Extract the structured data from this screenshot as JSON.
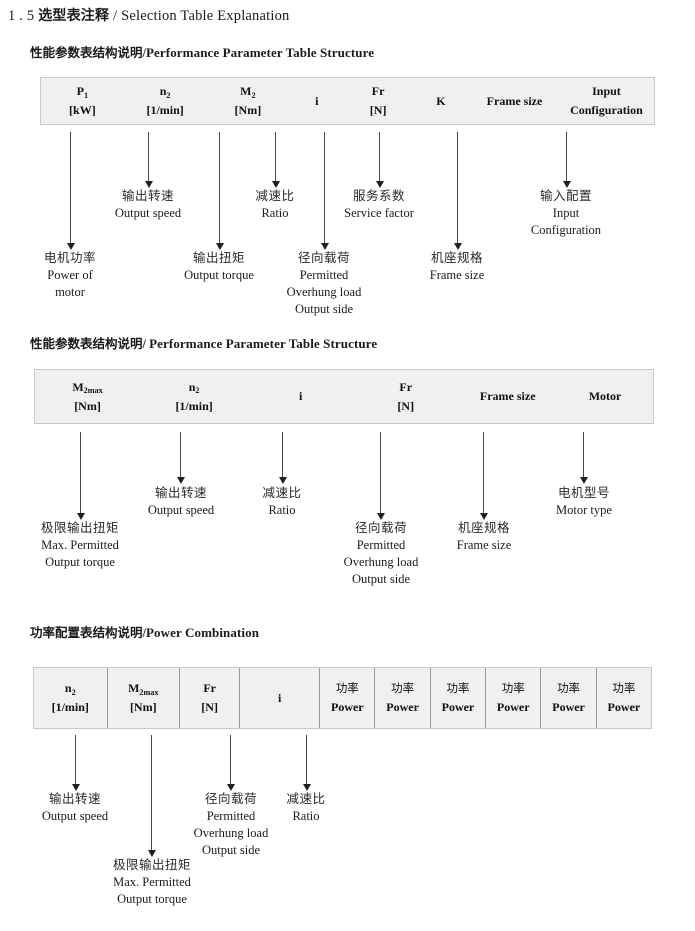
{
  "document": {
    "number": "1 . 5",
    "title_cn": "选型表注释",
    "separator": "/",
    "title_en": "Selection Table Explanation"
  },
  "sections": [
    {
      "heading_cn": "性能参数表结构说明",
      "heading_sep": "/",
      "heading_en": "Performance Parameter Table Structure",
      "table": {
        "divided": false,
        "columns": [
          {
            "symbol": "P",
            "sub": "1",
            "unit": "[kW]"
          },
          {
            "symbol": "n",
            "sub": "2",
            "unit": "[1/min]"
          },
          {
            "symbol": "M",
            "sub": "2",
            "unit": "[Nm]"
          },
          {
            "symbol": "i",
            "sub": "",
            "unit": ""
          },
          {
            "symbol": "Fr",
            "sub": "",
            "unit": "[N]"
          },
          {
            "symbol": "K",
            "sub": "",
            "unit": ""
          },
          {
            "symbol": "Frame size",
            "sub": "",
            "unit": ""
          },
          {
            "symbol": "Input",
            "sub": "",
            "unit": "Configuration"
          }
        ]
      },
      "annotations": [
        {
          "cn": "电机功率",
          "en": [
            "Power of",
            "motor"
          ]
        },
        {
          "cn": "输出转速",
          "en": [
            "Output speed"
          ]
        },
        {
          "cn": "输出扭矩",
          "en": [
            "Output torque"
          ]
        },
        {
          "cn": "减速比",
          "en": [
            "Ratio"
          ]
        },
        {
          "cn": "径向载荷",
          "en": [
            "Permitted",
            "Overhung load",
            "Output side"
          ]
        },
        {
          "cn": "服务系数",
          "en": [
            "Service factor"
          ]
        },
        {
          "cn": "机座规格",
          "en": [
            "Frame size"
          ]
        },
        {
          "cn": "输入配置",
          "en": [
            "Input",
            "Configuration"
          ]
        }
      ]
    },
    {
      "heading_cn": "性能参数表结构说明",
      "heading_sep": "/",
      "heading_en": "Performance Parameter Table Structure",
      "table": {
        "divided": false,
        "columns": [
          {
            "symbol": "M",
            "sub": "2max",
            "unit": "[Nm]"
          },
          {
            "symbol": "n",
            "sub": "2",
            "unit": "[1/min]"
          },
          {
            "symbol": "i",
            "sub": "",
            "unit": ""
          },
          {
            "symbol": "Fr",
            "sub": "",
            "unit": "[N]"
          },
          {
            "symbol": "Frame size",
            "sub": "",
            "unit": ""
          },
          {
            "symbol": "Motor",
            "sub": "",
            "unit": ""
          }
        ]
      },
      "annotations": [
        {
          "cn": "极限输出扭矩",
          "en": [
            "Max. Permitted",
            "Output  torque"
          ]
        },
        {
          "cn": "输出转速",
          "en": [
            "Output speed"
          ]
        },
        {
          "cn": "减速比",
          "en": [
            "Ratio"
          ]
        },
        {
          "cn": "径向载荷",
          "en": [
            "Permitted",
            "Overhung load",
            "Output side"
          ]
        },
        {
          "cn": "机座规格",
          "en": [
            "Frame size"
          ]
        },
        {
          "cn": "电机型号",
          "en": [
            "Motor type"
          ]
        }
      ]
    },
    {
      "heading_cn": "功率配置表结构说明",
      "heading_sep": "/",
      "heading_en": "Power Combination",
      "table": {
        "divided": true,
        "columns": [
          {
            "symbol": "n",
            "sub": "2",
            "unit": "[1/min]"
          },
          {
            "symbol": "M",
            "sub": "2max",
            "unit": "[Nm]"
          },
          {
            "symbol": "Fr",
            "sub": "",
            "unit": "[N]"
          },
          {
            "symbol": "i",
            "sub": "",
            "unit": ""
          },
          {
            "symbol_cn": "功率",
            "symbol": "",
            "sub": "",
            "unit": "Power"
          },
          {
            "symbol_cn": "功率",
            "symbol": "",
            "sub": "",
            "unit": "Power"
          },
          {
            "symbol_cn": "功率",
            "symbol": "",
            "sub": "",
            "unit": "Power"
          },
          {
            "symbol_cn": "功率",
            "symbol": "",
            "sub": "",
            "unit": "Power"
          },
          {
            "symbol_cn": "功率",
            "symbol": "",
            "sub": "",
            "unit": "Power"
          },
          {
            "symbol_cn": "功率",
            "symbol": "",
            "sub": "",
            "unit": "Power"
          }
        ]
      },
      "annotations": [
        {
          "cn": "输出转速",
          "en": [
            "Output speed"
          ]
        },
        {
          "cn": "极限输出扭矩",
          "en": [
            "Max. Permitted",
            "Output  torque"
          ]
        },
        {
          "cn": "径向载荷",
          "en": [
            "Permitted",
            "Overhung load",
            "Output side"
          ]
        },
        {
          "cn": "减速比",
          "en": [
            "Ratio"
          ]
        }
      ]
    }
  ],
  "colors": {
    "table_fill": "#f0f0f0",
    "table_border": "#c8c8c8",
    "divider": "#9a9a9a",
    "arrow": "#1f1f1f",
    "text": "#1b1b1b"
  }
}
